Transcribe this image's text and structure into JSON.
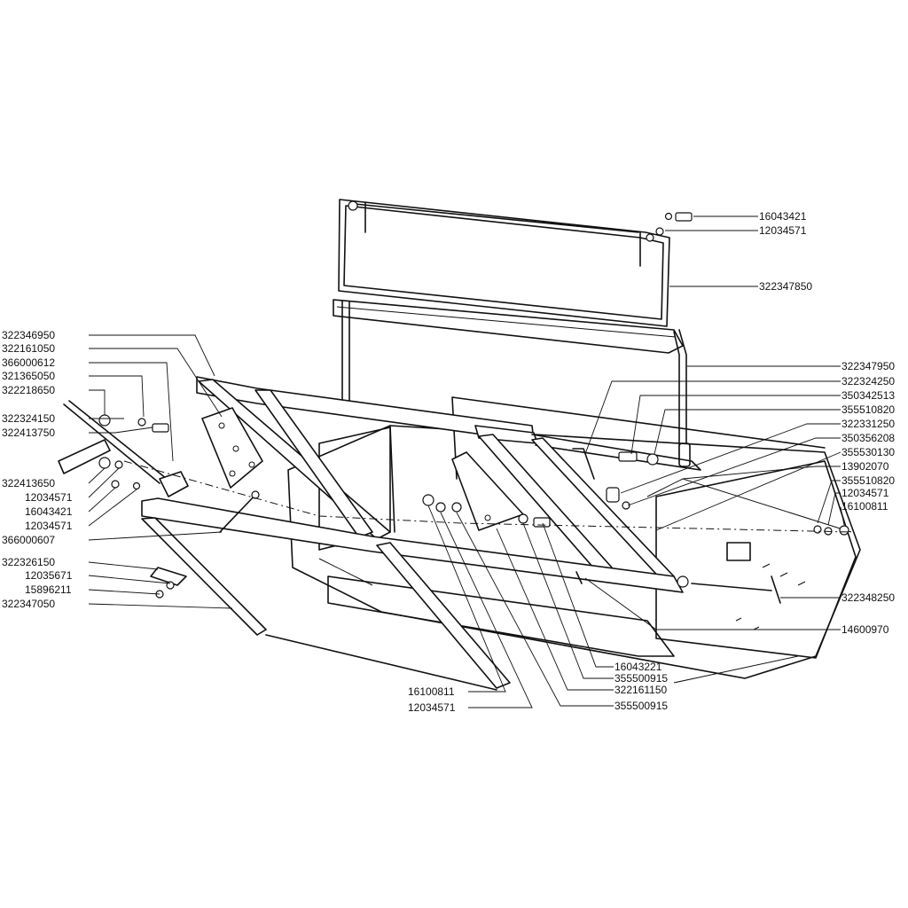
{
  "labels": {
    "l1": "16043421",
    "l2": "12034571",
    "l3": "322347850",
    "l4": "322347950",
    "l5": "322324250",
    "l6": "350342513",
    "l7": "355510820",
    "l8": "322331250",
    "l9": "350356208",
    "l10": "355530130",
    "l11": "13902070",
    "l12": "355510820",
    "l13": "12034571",
    "l14": "16100811",
    "l15": "322348250",
    "l16": "14600970",
    "l17": "16043221",
    "l18": "355500915",
    "l19": "322161150",
    "l20": "355500915",
    "l21": "16100811",
    "l22": "12034571",
    "l23": "322346950",
    "l24": "322161050",
    "l25": "366000612",
    "l26": "321365050",
    "l27": "322218650",
    "l28": "322324150",
    "l29": "322413750",
    "l30": "322413650",
    "l31": "12034571",
    "l32": "16043421",
    "l33": "12034571",
    "l34": "366000607",
    "l35": "322326150",
    "l36": "12035671",
    "l37": "15896211",
    "l38": "322347050"
  }
}
